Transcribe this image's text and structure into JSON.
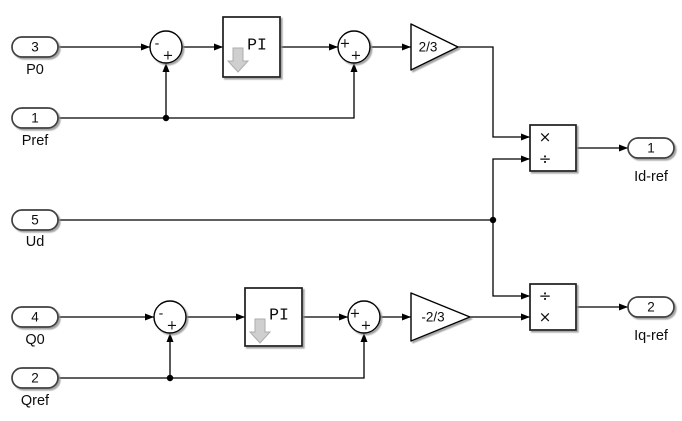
{
  "colors": {
    "wire": "#000000",
    "block_fill": "#ffffff",
    "block_border": "#1c1c1c",
    "port_border": "#3f3f3f",
    "shadow": "#8f8f8f",
    "pi_arrow": "#cfcfcf"
  },
  "inports": [
    {
      "port": "3",
      "label": "P0"
    },
    {
      "port": "1",
      "label": "Pref"
    },
    {
      "port": "5",
      "label": "Ud"
    },
    {
      "port": "4",
      "label": "Q0"
    },
    {
      "port": "2",
      "label": "Qref"
    }
  ],
  "outports": [
    {
      "port": "1",
      "label": "Id-ref"
    },
    {
      "port": "2",
      "label": "Iq-ref"
    }
  ],
  "controllers": [
    {
      "label": "PI"
    },
    {
      "label": "PI"
    }
  ],
  "gains": [
    {
      "value": "2/3"
    },
    {
      "value": "-2/3"
    }
  ],
  "sums": [
    {
      "west_sign": "-",
      "south_sign": "+"
    },
    {
      "west_sign": "+",
      "south_sign": "+"
    },
    {
      "west_sign": "-",
      "south_sign": "+"
    },
    {
      "west_sign": "+",
      "south_sign": "+"
    }
  ],
  "products": [
    {
      "top_op": "×",
      "bottom_op": "÷"
    },
    {
      "top_op": "÷",
      "bottom_op": "×"
    }
  ]
}
